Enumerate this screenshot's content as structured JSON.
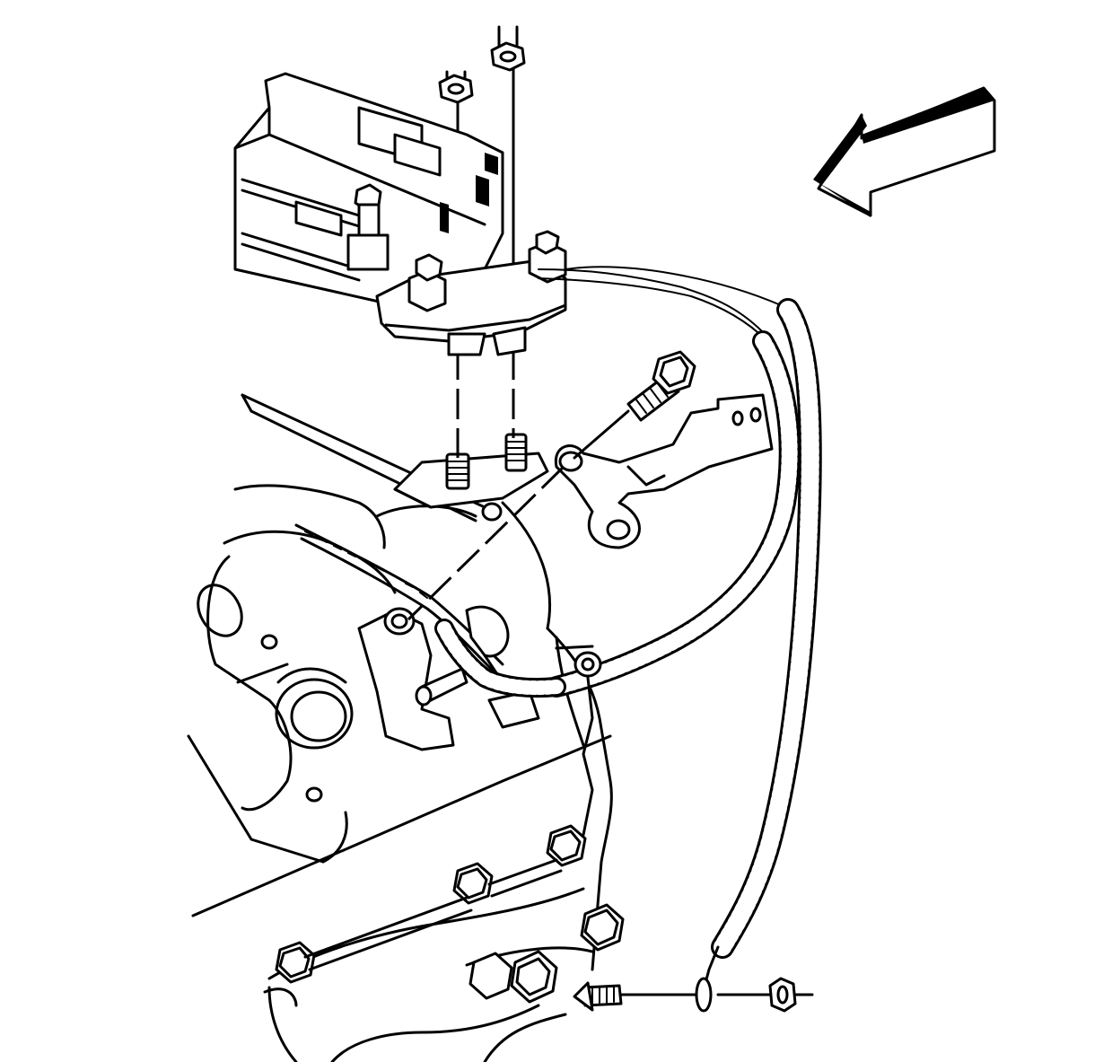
{
  "diagram": {
    "type": "technical-line-illustration",
    "color_ink": "#000000",
    "color_background": "#ffffff",
    "parts": [
      {
        "id": "module",
        "icon": "control-module-icon"
      },
      {
        "id": "module-nuts",
        "icon": "hex-nut-icon"
      },
      {
        "id": "mounting-studs",
        "icon": "threaded-stud-icon"
      },
      {
        "id": "bracket-bolt",
        "icon": "bolt-icon"
      },
      {
        "id": "ground-harness",
        "icon": "wire-harness-icon"
      },
      {
        "id": "ground-terminal",
        "icon": "ring-terminal-icon"
      },
      {
        "id": "ground-nut",
        "icon": "hex-nut-icon"
      },
      {
        "id": "direction-arrow",
        "icon": "direction-arrow-icon"
      }
    ]
  }
}
